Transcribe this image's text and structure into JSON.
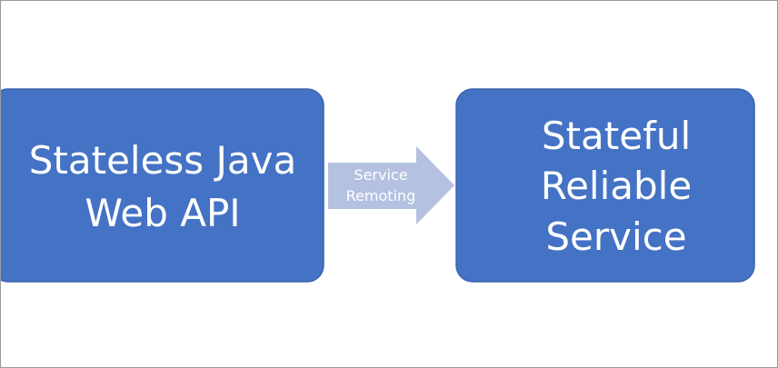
{
  "colors": {
    "box_fill": "#4472c4",
    "box_border": "#3b64ad",
    "arrow_fill": "#b4c1e1",
    "frame": "#9a9a9a"
  },
  "left_box": {
    "lines": [
      "Stateless Java",
      "Web API"
    ]
  },
  "arrow": {
    "lines": [
      "Service",
      "Remoting"
    ]
  },
  "right_box": {
    "lines": [
      "Stateful",
      "Reliable",
      "Service"
    ]
  }
}
